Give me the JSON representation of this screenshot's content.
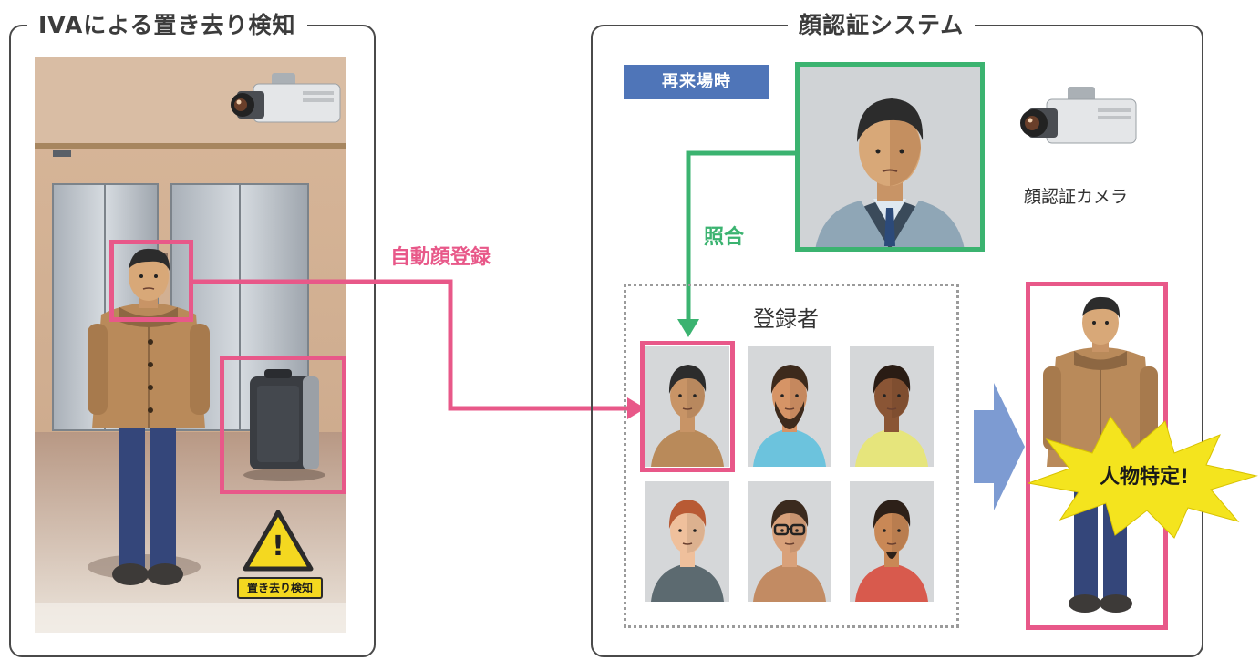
{
  "left_panel": {
    "title": "IVAによる置き去り検知",
    "warning_label": "置き去り検知",
    "warning_symbol": "!"
  },
  "right_panel": {
    "title": "顔認証システム",
    "revisit_badge": "再来場時",
    "camera_caption": "顔認証カメラ",
    "registered_title": "登録者",
    "identified_burst": "人物特定!"
  },
  "flow": {
    "auto_register_label": "自動顔登録",
    "match_label": "照合"
  },
  "colors": {
    "highlight_pink": "#e85889",
    "match_green": "#3bb370",
    "badge_blue": "#4f75b8",
    "arrow_blue": "#7d9bd2",
    "burst_yellow": "#f4e41e",
    "warning_yellow": "#f4d820"
  },
  "registered_faces": [
    {
      "name": "registered-face-1",
      "skin": "#c89466",
      "hair": "#2c2c2c",
      "shirt": "#b98a5a",
      "highlighted": true
    },
    {
      "name": "registered-face-2",
      "skin": "#d69466",
      "hair": "#3d2a1c",
      "shirt": "#6cc3dd",
      "beard": true
    },
    {
      "name": "registered-face-3",
      "skin": "#8a5535",
      "hair": "#2a1c14",
      "shirt": "#e6e57c"
    },
    {
      "name": "registered-face-4",
      "skin": "#efc09c",
      "hair": "#b85a34",
      "shirt": "#5c6a70"
    },
    {
      "name": "registered-face-5",
      "skin": "#d9a17a",
      "hair": "#3b2a1e",
      "shirt": "#c28b63",
      "glasses": true
    },
    {
      "name": "registered-face-6",
      "skin": "#c98856",
      "hair": "#2d2018",
      "shirt": "#d85a4d",
      "goatee": true
    }
  ]
}
